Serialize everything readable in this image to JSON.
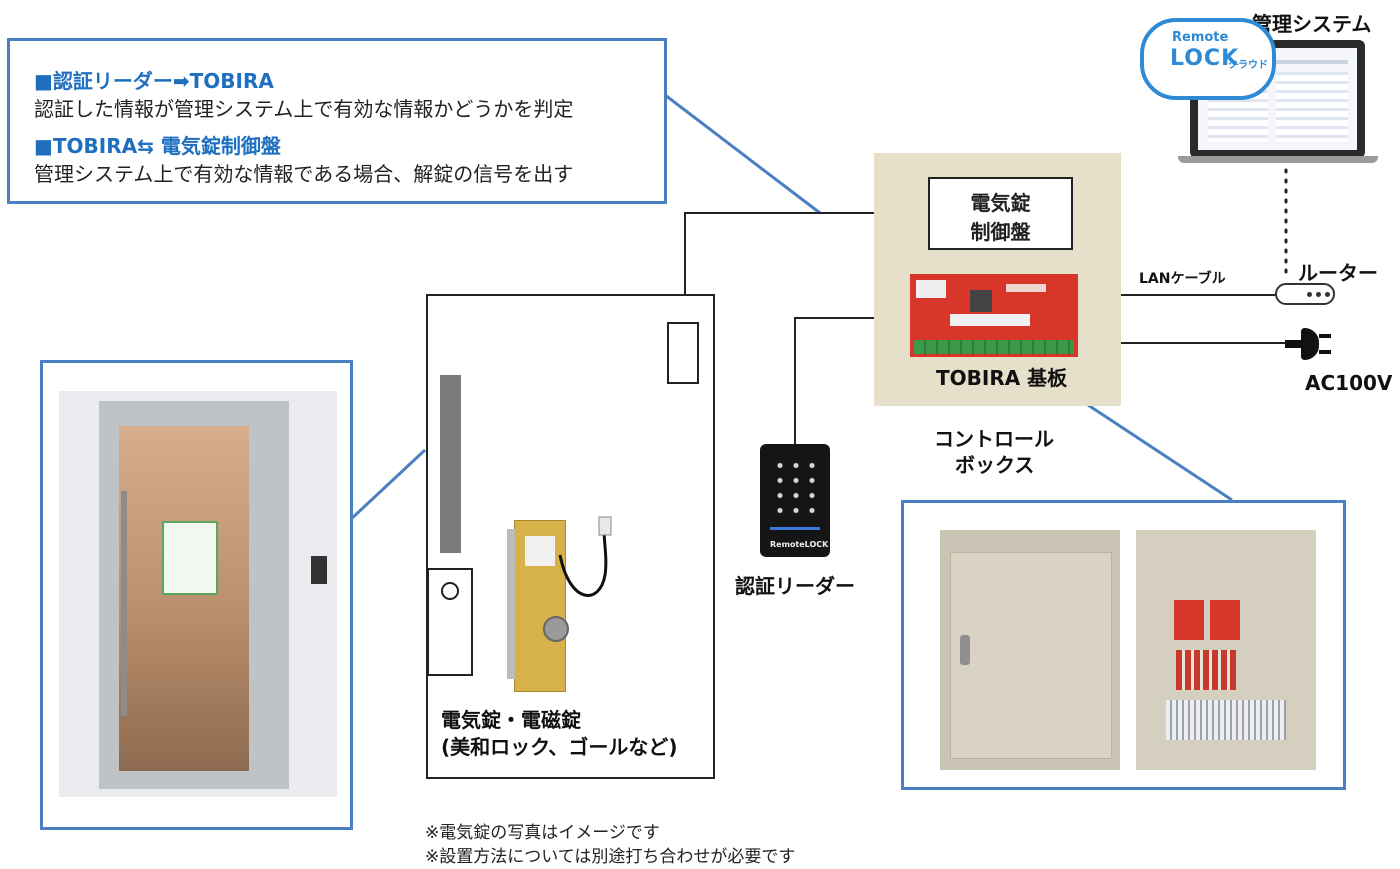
{
  "info": {
    "line1_head": "■認証リーダー➡TOBIRA",
    "line1_body": "認証した情報が管理システム上で有効な情報かどうかを判定",
    "line2_head": "■TOBIRA⇆ 電気錠制御盤",
    "line2_body": "管理システム上で有効な情報である場合、解錠の信号を出す"
  },
  "management": {
    "title": "管理システム",
    "cloud_line1": "Remote",
    "cloud_line2": "LOCK",
    "cloud_line3": "クラウド"
  },
  "control_box": {
    "panel_label_line1": "電気錠",
    "panel_label_line2": "制御盤",
    "board_label": "TOBIRA 基板",
    "caption_line1": "コントロール",
    "caption_line2": "ボックス"
  },
  "router": {
    "label": "ルーター",
    "cable_label": "LANケーブル"
  },
  "power": {
    "label": "AC100V"
  },
  "reader": {
    "label": "認証リーダー",
    "brand": "RemoteLOCK"
  },
  "lock": {
    "label_line1": "電気錠・電磁錠",
    "label_line2": "(美和ロック、ゴールなど)"
  },
  "notes": {
    "line1": "※電気錠の写真はイメージです",
    "line2": "※設置方法については別途打ち合わせが必要です"
  },
  "colors": {
    "accent_blue": "#4a7fc1",
    "heading_blue": "#1f6fc0",
    "box_beige": "#e6e0ca",
    "board_red": "#d9362b"
  }
}
